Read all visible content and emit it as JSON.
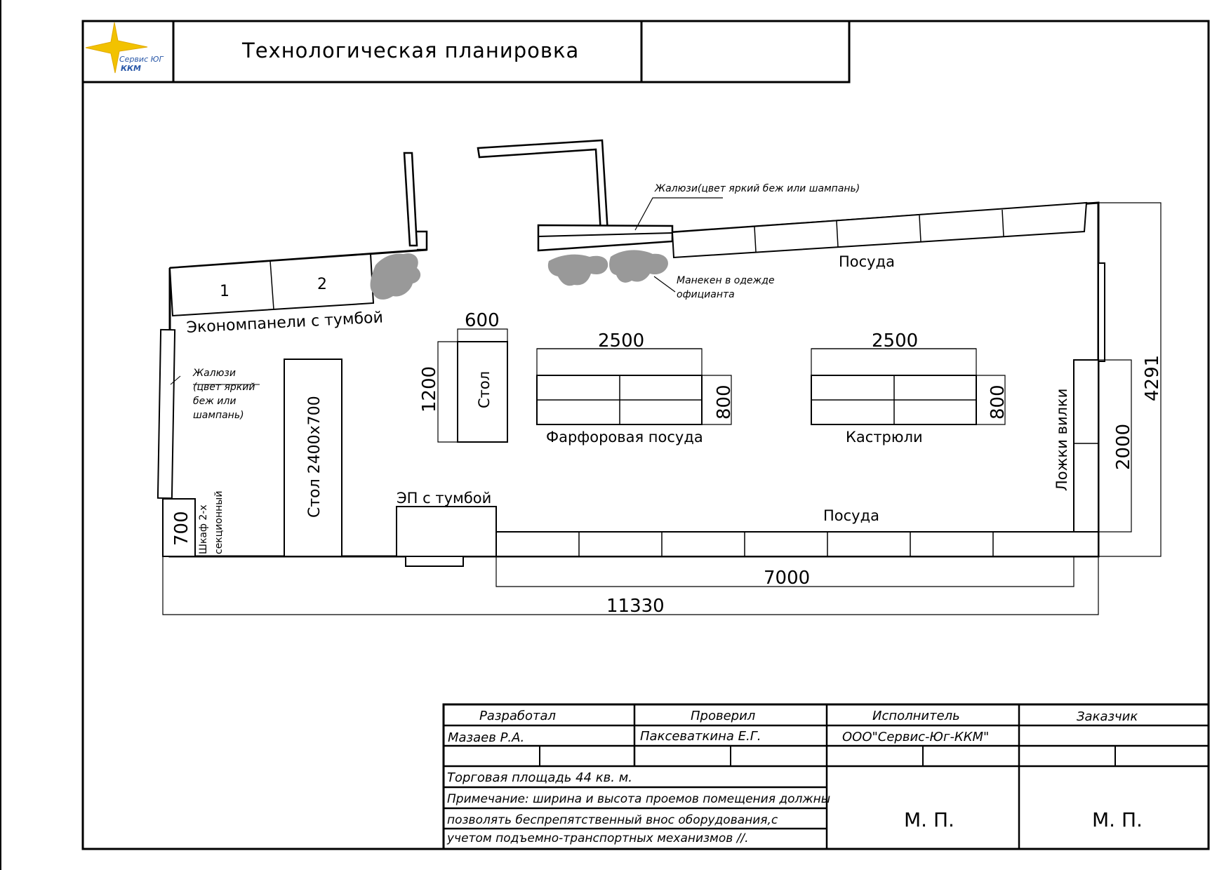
{
  "header": {
    "title": "Технологическая планировка",
    "logo_line1": "Сервис ЮГ",
    "logo_line2": "ККМ",
    "logo_color": "#f2c200"
  },
  "plan": {
    "counter_numbers": [
      "1",
      "2"
    ],
    "labels": {
      "economy_panels": "Экономпанели с тумбой",
      "blinds_left": [
        "Жалюзи",
        "(цвет яркий",
        "беж или",
        "шампань)"
      ],
      "blinds_top": "Жалюзи(цвет яркий беж или шампань)",
      "mannequin": [
        "Манекен в одежде",
        "официанта"
      ],
      "dishes_top": "Посуда",
      "dishes_bottom": "Посуда",
      "table_big": "Стол 2400х700",
      "table_small": "Стол",
      "porcelain": "Фарфоровая посуда",
      "pots": "Кастрюли",
      "spoons_forks": "Ложки вилки",
      "ep_stand": "ЭП с тумбой",
      "wardrobe": [
        "Шкаф 2-х",
        "секционный"
      ]
    },
    "dimensions": {
      "table_small_width": "600",
      "table_small_length": "1200",
      "porcelain_length": "2500",
      "porcelain_depth": "800",
      "pots_length": "2500",
      "pots_depth": "800",
      "wardrobe_depth": "700",
      "spoons_length": "2000",
      "right_wall": "4291",
      "bottom_run": "7000",
      "total_length": "11330"
    }
  },
  "stamp": {
    "headers": [
      "Разработал",
      "Проверил",
      "Исполнитель",
      "Заказчик"
    ],
    "developer": "Мазаев Р.А.",
    "checker": "Паксеваткина Е.Г.",
    "contractor": "ООО\"Сервис-Юг-ККМ\"",
    "notes": [
      "Торговая площадь 44 кв. м.",
      "Примечание: ширина и высота проемов помещения должны",
      "позволять беспрепятственный внос оборудования,с",
      "учетом подъемно-транспортных механизмов //."
    ],
    "seal_contractor": "М. П.",
    "seal_customer": "М. П."
  }
}
